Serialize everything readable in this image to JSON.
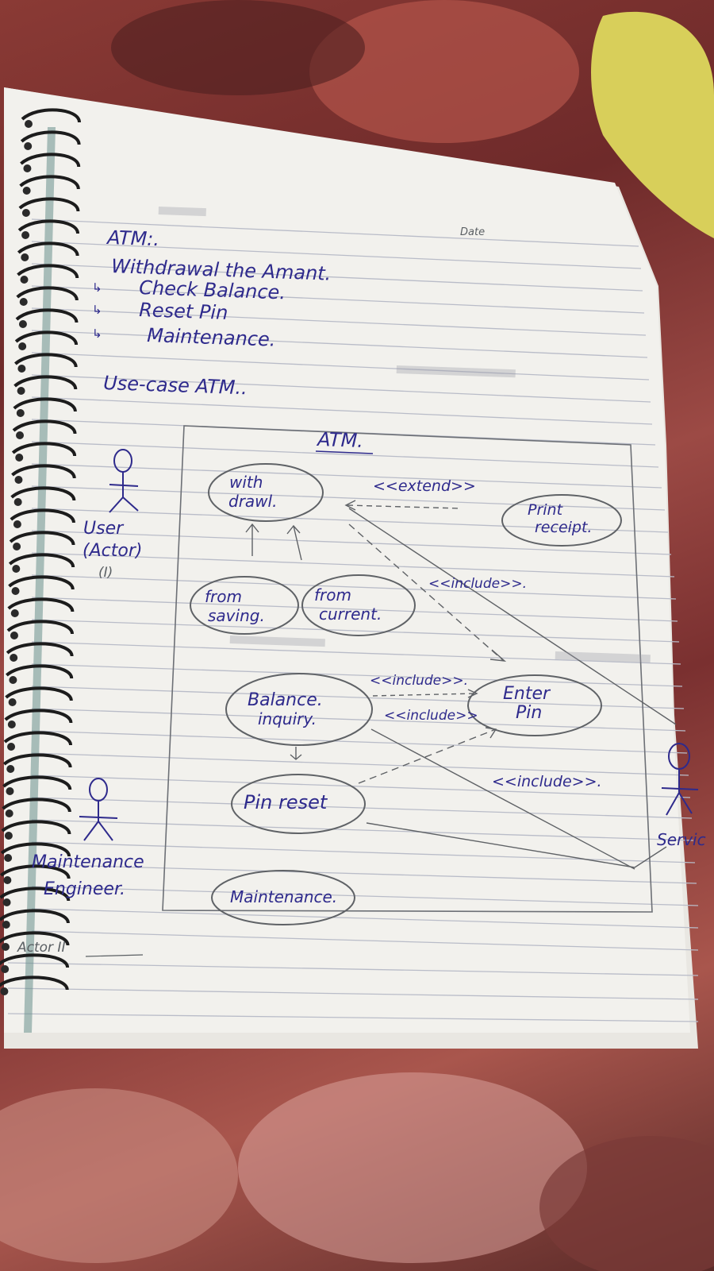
{
  "colors": {
    "ink": "#2e2a8c",
    "pencil": "#5a5f63",
    "paper": "#f1f0ec",
    "rule": "#b7b9c4"
  },
  "page_header": {
    "date_label": "Date"
  },
  "notes": {
    "title": "ATM:.",
    "line1": "Withdrawal the Amant.",
    "bullets": [
      "Check Balance.",
      "Reset Pin",
      "Maintenance."
    ],
    "usecase_heading": "Use-case ATM.."
  },
  "diagram": {
    "system_title": "ATM.",
    "actors": {
      "user_name": "User",
      "user_role": "(Actor)",
      "user_note": "(I)",
      "engineer_line1": "Maintenance",
      "engineer_line2": "Engineer.",
      "engineer_note": "Actor II",
      "server_label": "Servic"
    },
    "usecases": {
      "withdrawal_line1": "with",
      "withdrawal_line2": "drawl.",
      "print_line1": "Print",
      "print_line2": "receipt.",
      "saving_line1": "from",
      "saving_line2": "saving.",
      "current_line1": "from",
      "current_line2": "current.",
      "balance_line1": "Balance.",
      "balance_line2": "inquiry.",
      "enterpin_line1": "Enter",
      "enterpin_line2": "Pin",
      "pinreset": "Pin reset",
      "maintenance": "Maintenance."
    },
    "relations": {
      "extend": "<<extend>>",
      "include1": "<<include>>.",
      "include2": "<<include>>.",
      "include3": "<<include>>",
      "include4": "<<include>>."
    }
  }
}
